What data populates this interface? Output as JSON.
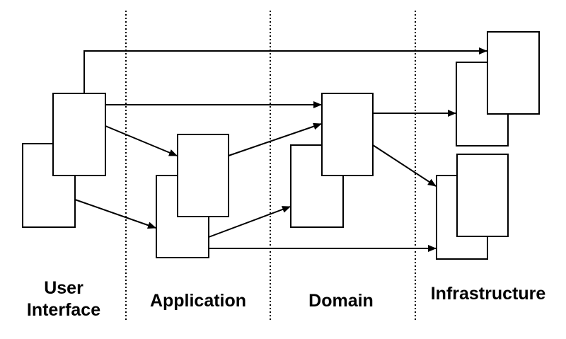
{
  "layers": {
    "user_interface": {
      "line1": "User",
      "line2": "Interface"
    },
    "application": {
      "label": "Application"
    },
    "domain": {
      "label": "Domain"
    },
    "infrastructure": {
      "label": "Infrastructure"
    }
  }
}
